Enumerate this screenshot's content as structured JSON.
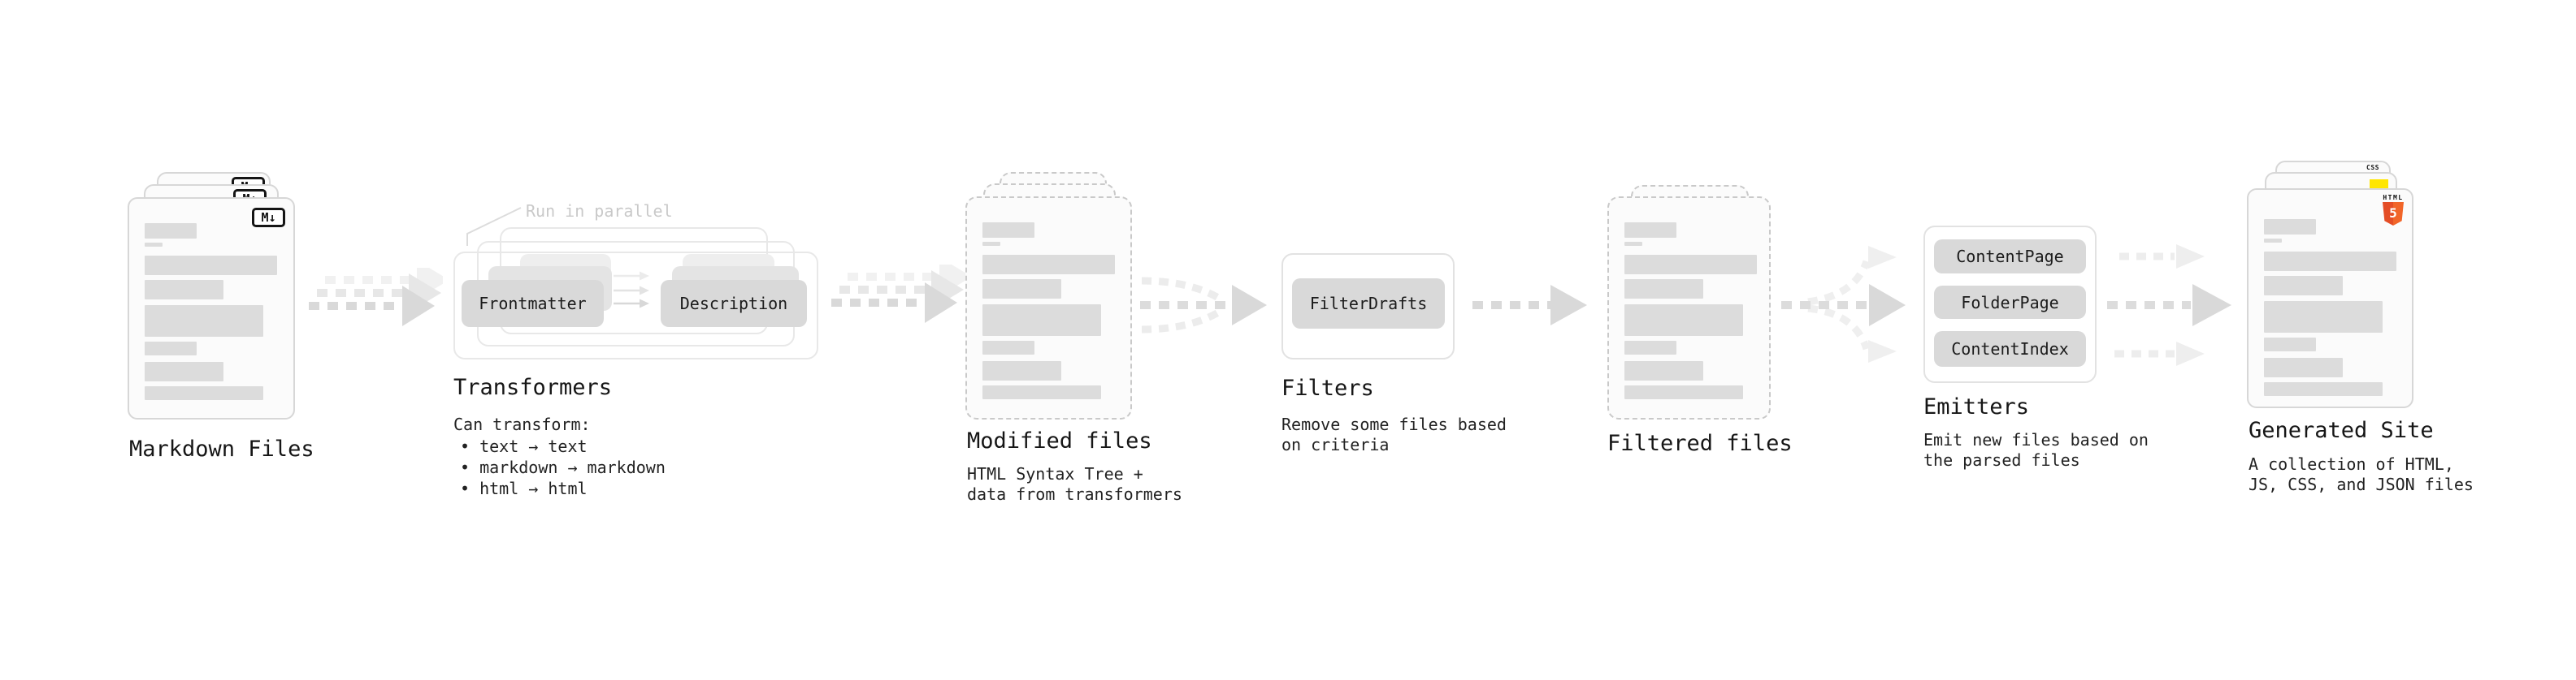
{
  "colors": {
    "background": "#ffffff",
    "doc_border": "#d7d7d7",
    "doc_fill": "#fbfbfb",
    "bar_fill": "#dcdcdc",
    "pill_fill": "#d9d9d9",
    "arrow_dark": "#d9d9d9",
    "arrow_light": "#ededed",
    "annotation_text": "#c9c9c9",
    "markdown_badge_ink": "#151515",
    "css_blue": "#1a6df0",
    "js_yellow": "#ffe600",
    "html5_orange": "#e44d26"
  },
  "sections": {
    "markdown_files": {
      "title": "Markdown Files",
      "badge": "M↓"
    },
    "transformers": {
      "annotation": "Run in parallel",
      "pill_from": "Frontmatter",
      "pill_to": "Description",
      "title": "Transformers",
      "subtitle": "Can transform:",
      "bullets": [
        "• text → text",
        "• markdown → markdown",
        "• html → html"
      ]
    },
    "modified_files": {
      "title": "Modified files",
      "description_line1": "HTML Syntax Tree +",
      "description_line2": "data from transformers"
    },
    "filters": {
      "title": "Filters",
      "pill": "FilterDrafts",
      "description_line1": "Remove some files based",
      "description_line2": "on criteria"
    },
    "filtered_files": {
      "title": "Filtered files"
    },
    "emitters": {
      "title": "Emitters",
      "pills": [
        "ContentPage",
        "FolderPage",
        "ContentIndex"
      ],
      "description_line1": "Emit new files based on",
      "description_line2": "the parsed files"
    },
    "generated_site": {
      "title": "Generated Site",
      "badge_css": "CSS",
      "badge_html": "HTML",
      "badge_html_number": "5",
      "description_line1": "A collection of HTML,",
      "description_line2": "JS, CSS, and JSON files"
    }
  }
}
